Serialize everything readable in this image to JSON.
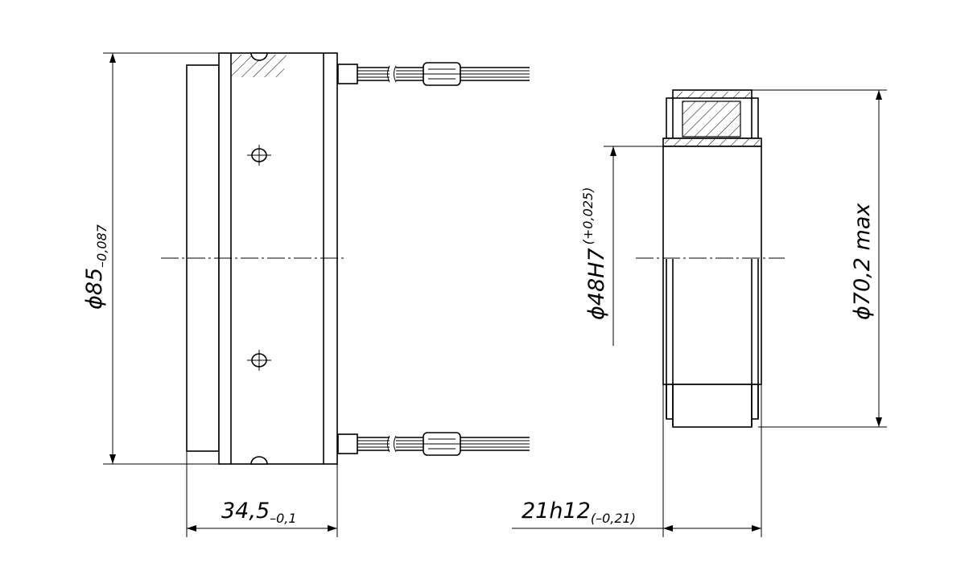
{
  "dimensions": {
    "outer_diameter": {
      "symbol": "ϕ",
      "value": "85",
      "tolerance": "–0,087"
    },
    "width_left": {
      "value": "34,5",
      "tolerance": "–0,1"
    },
    "bore": {
      "symbol": "ϕ",
      "value": "48H7",
      "tolerance": "(+0,025)"
    },
    "max_diameter": {
      "symbol": "ϕ",
      "value": "70,2 max"
    },
    "width_right": {
      "value": "21h12",
      "tolerance": "(–0,21)"
    }
  }
}
